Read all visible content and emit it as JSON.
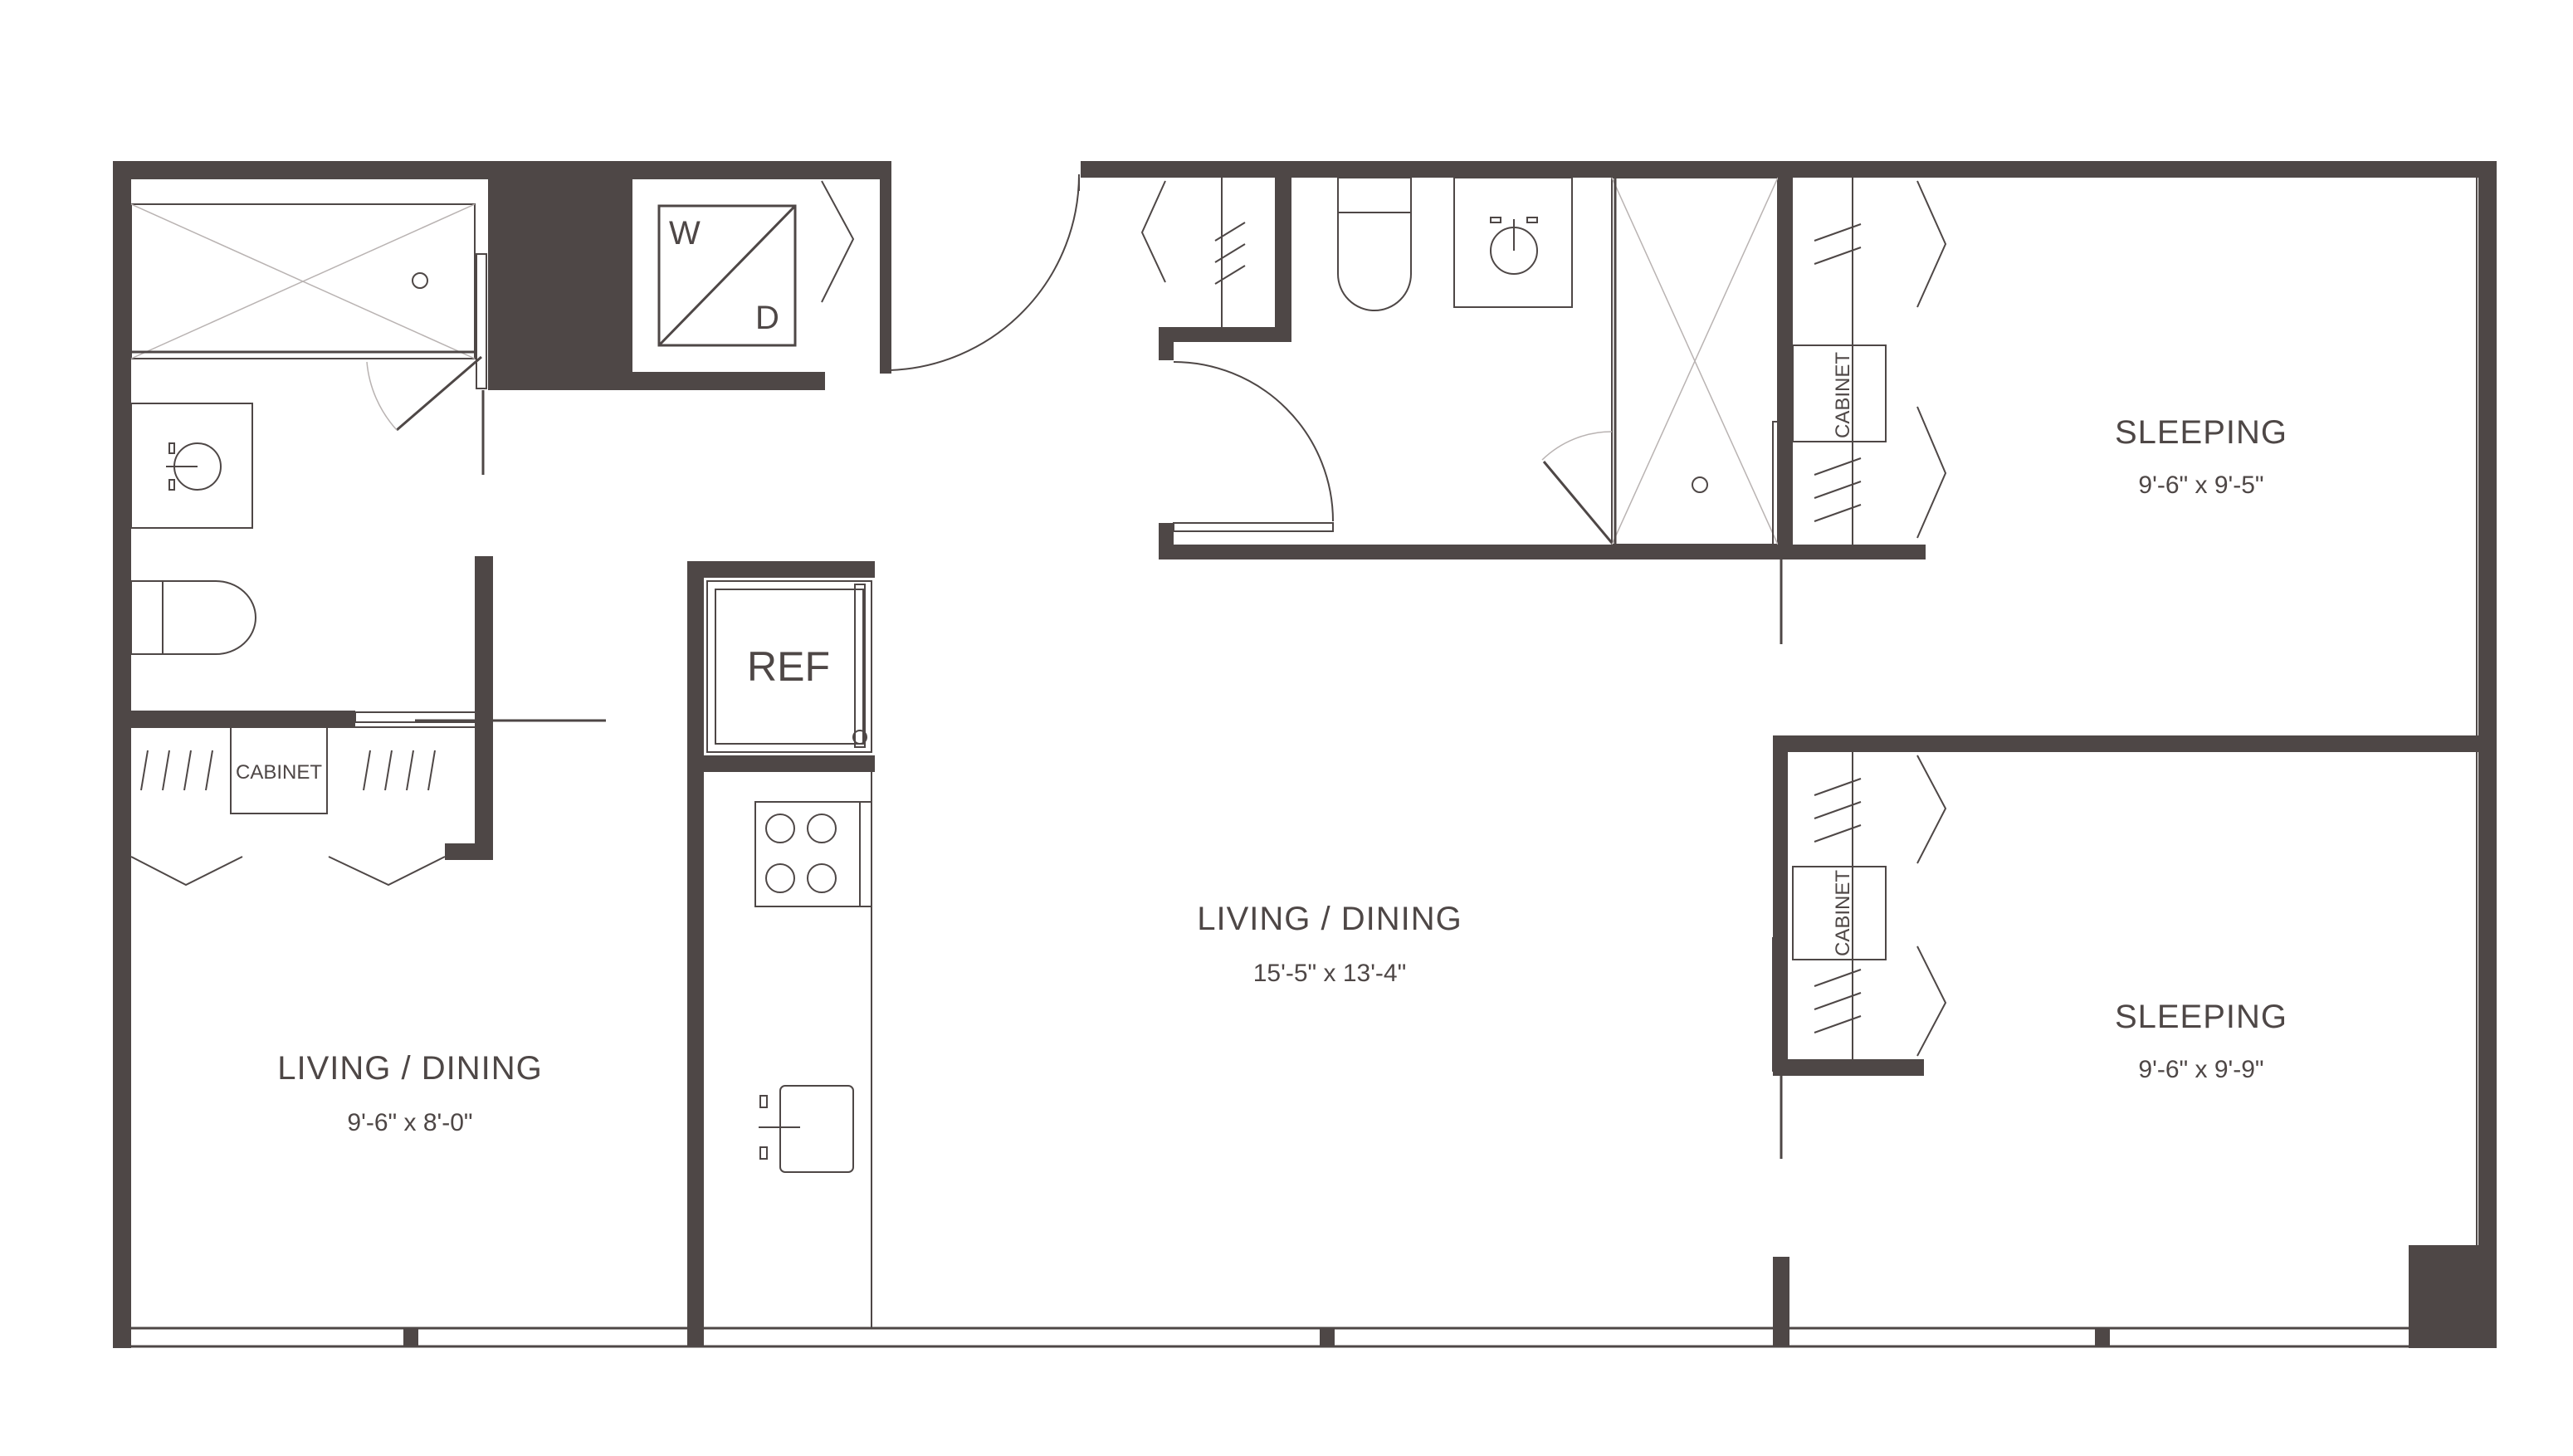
{
  "colors": {
    "wall": "#4e4746",
    "background": "#ffffff"
  },
  "rooms": {
    "living_dining_left": {
      "name": "LIVING / DINING",
      "dims": "9'-6\" x 8'-0\""
    },
    "living_dining_main": {
      "name": "LIVING / DINING",
      "dims": "15'-5\" x 13'-4\""
    },
    "sleeping_top": {
      "name": "SLEEPING",
      "dims": "9'-6\" x 9'-5\""
    },
    "sleeping_bottom": {
      "name": "SLEEPING",
      "dims": "9'-6\" x 9'-9\""
    }
  },
  "fixtures": {
    "washer": "W",
    "dryer": "D",
    "refrigerator": "REF",
    "cabinet_left": "CABINET",
    "cabinet_top": "CABINET",
    "cabinet_bottom": "CABINET"
  }
}
